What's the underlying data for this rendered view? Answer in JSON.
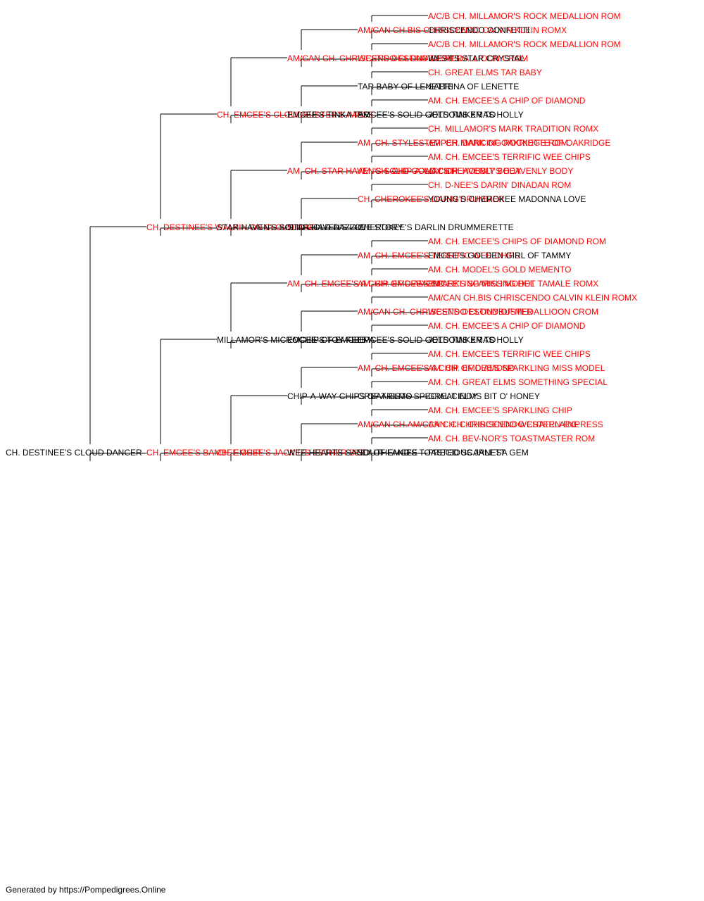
{
  "colors": {
    "titled": "#ff0000",
    "normal": "#000000"
  },
  "footer": "Generated by https://Pompedigrees.Online",
  "tree": {
    "name": "CH. DESTINEE'S CLOUD DANCER",
    "titled": false,
    "sire": {
      "name": "CH. DESTINEE'S WALKIN ON CLOUD NINE",
      "titled": true,
      "sire": {
        "name": "CH. EMCEE'S CLOUDBUSTER'S IMAGE",
        "titled": true,
        "sire": {
          "name": "AM/CAN CH. CHRISCENDO CLOUDBUSTER",
          "titled": true,
          "sire": {
            "name": "AM/CAN CH.BIS CHRISCENDO CALVIN KLEIN ROMX",
            "titled": true,
            "sire": {
              "name": "A/C/B CH. MILLAMOR'S ROCK MEDALLION ROM",
              "titled": true
            },
            "dam": {
              "name": "CHRISCENDO CONFETTI",
              "titled": false
            }
          },
          "dam": {
            "name": "WEST'S DESTINY OF MEDALLIOON CROM",
            "titled": true,
            "sire": {
              "name": "A/C/B CH. MILLAMOR'S ROCK MEDALLION ROM",
              "titled": true
            },
            "dam": {
              "name": "WEST'S STAR CRYSTAL",
              "titled": false
            }
          }
        },
        "dam": {
          "name": "EMCEE'S TINKA TAR",
          "titled": false,
          "sire": {
            "name": "TAR BABY OF LENETTE",
            "titled": false,
            "sire": {
              "name": "CH. GREAT ELMS TAR BABY",
              "titled": true
            },
            "dam": {
              "name": "SABRINA OF LENETTE",
              "titled": false
            }
          },
          "dam": {
            "name": "EMCEE'S SOLID GOLD TINKER TO",
            "titled": false,
            "sire": {
              "name": "AM. CH. EMCEE'S A CHIP OF DIAMOND",
              "titled": true
            },
            "dam": {
              "name": "JETSOMS XMAS HOLLY",
              "titled": false
            }
          }
        }
      },
      "dam": {
        "name": "STAR HAVEN'S SOLID GOLD DAZZLE",
        "titled": false,
        "sire": {
          "name": "AM. CH. STAR HAVEN'S SOLID GOLD CHIP",
          "titled": true,
          "sire": {
            "name": "AM. CH. STYLESTEPPER MARK OF OAKRIDGE ROM",
            "titled": true,
            "sire": {
              "name": "CH. MILLAMOR'S MARK TRADITION ROMX",
              "titled": true
            },
            "dam": {
              "name": "AM. CH. DANCING ROCKETTE OF OAKRIDGE",
              "titled": true
            }
          },
          "dam": {
            "name": "AM. CH. CHIP-A-WAY'S HEAVENLY BODY",
            "titled": true,
            "sire": {
              "name": "AM. CH. EMCEE'S TERRIFIC WEE CHIPS",
              "titled": true
            },
            "dam": {
              "name": "AM. CH. HOBBIT'S HEAVENLY BODY",
              "titled": true
            }
          }
        },
        "dam": {
          "name": "STAR HAVEN'S LOVE STORY",
          "titled": false,
          "sire": {
            "name": "CH. CHEROKEE'S DARIN DRUMMER",
            "titled": true,
            "sire": {
              "name": "CH. D-NEE'S DARIN' DINADAN ROM",
              "titled": true
            },
            "dam": {
              "name": "YOUNG'S CHEROKEE MADONNA LOVE",
              "titled": false
            }
          },
          "dam": {
            "name": "CHEROKEE'S DARLIN DRUMMERETTE",
            "titled": false
          }
        }
      }
    },
    "dam": {
      "name": "CH. EMCEE'S BAMBEE CHIP",
      "titled": true,
      "sire": {
        "name": "MILLAMOR'S MICROCHIP OF EMCEE",
        "titled": false,
        "sire": {
          "name": "AM. CH. EMCEE'S A CHIP OF DIAMOND",
          "titled": true,
          "sire": {
            "name": "AM. CH. EMCEE'S TERRIFIC WEE CHIPS",
            "titled": true,
            "sire": {
              "name": "AM. CH. EMCEE'S CHIPS OF DIAMOND ROM",
              "titled": true
            },
            "dam": {
              "name": "EMCEE'S GOLDEN GIRL OF TAMMY",
              "titled": false
            }
          },
          "dam": {
            "name": "AM. CH. EMCEE'S SPARKLING MISS MODEL",
            "titled": true,
            "sire": {
              "name": "AM. CH. MODEL'S GOLD MEMENTO",
              "titled": true
            },
            "dam": {
              "name": "EMCEE'S SPARKLING HOT TAMALE ROMX",
              "titled": true
            }
          }
        },
        "dam": {
          "name": "EMCEE'S TOY FELIPA",
          "titled": false,
          "sire": {
            "name": "AM/CAN CH. CHRISCENDO CLOUDBUSTER",
            "titled": true,
            "sire": {
              "name": "AM/CAN CH.BIS CHRISCENDO CALVIN KLEIN ROMX",
              "titled": true
            },
            "dam": {
              "name": "WEST'S DESTINY OF MEDALLIOON CROM",
              "titled": true
            }
          },
          "dam": {
            "name": "EMCEE'S SOLID GOLD TINKER TO",
            "titled": false,
            "sire": {
              "name": "AM. CH. EMCEE'S A CHIP OF DIAMOND",
              "titled": true
            },
            "dam": {
              "name": "JETSOMS XMAS HOLLY",
              "titled": false
            }
          }
        }
      },
      "dam": {
        "name": "CH. EMCEE'S JACKIE'S ESTHER BEE",
        "titled": true,
        "sire": {
          "name": "CHIP-A-WAY CHIPS OF ARISTO",
          "titled": false,
          "sire": {
            "name": "AM. CH. EMCEE'S A CHIP OF DIAMOND",
            "titled": true,
            "sire": {
              "name": "AM. CH. EMCEE'S TERRIFIC WEE CHIPS",
              "titled": true
            },
            "dam": {
              "name": "AM. CH. EMCEE'S SPARKLING MISS MODEL",
              "titled": true
            }
          },
          "dam": {
            "name": "GREAT ELMS SPECIAL CINDY",
            "titled": false,
            "sire": {
              "name": "AM. CH. GREAT ELMS SOMETHING SPECIAL",
              "titled": true
            },
            "dam": {
              "name": "GREAT ELMS BIT O' HONEY",
              "titled": false
            }
          }
        },
        "dam": {
          "name": "WEE HEARTS SANDI OF EMCEE",
          "titled": false,
          "sire": {
            "name": "AM/CAN CH.AM/CAN CH. CHRISCENDO WESTERN EXPRESS",
            "titled": true,
            "sire": {
              "name": "AM. CH. EMCEE'S SPARKLING CHIP",
              "titled": true
            },
            "dam": {
              "name": "CAN. CH. CHRISCENDO CHATELAINE",
              "titled": true
            }
          },
          "dam": {
            "name": "SOUTHLAND'S TOASTED SCARLETT",
            "titled": false,
            "sire": {
              "name": "AM. CH. BEV-NOR'S TOASTMASTER ROM",
              "titled": true
            },
            "dam": {
              "name": "PRECIOUS JANESA GEM",
              "titled": false
            }
          }
        }
      }
    }
  }
}
